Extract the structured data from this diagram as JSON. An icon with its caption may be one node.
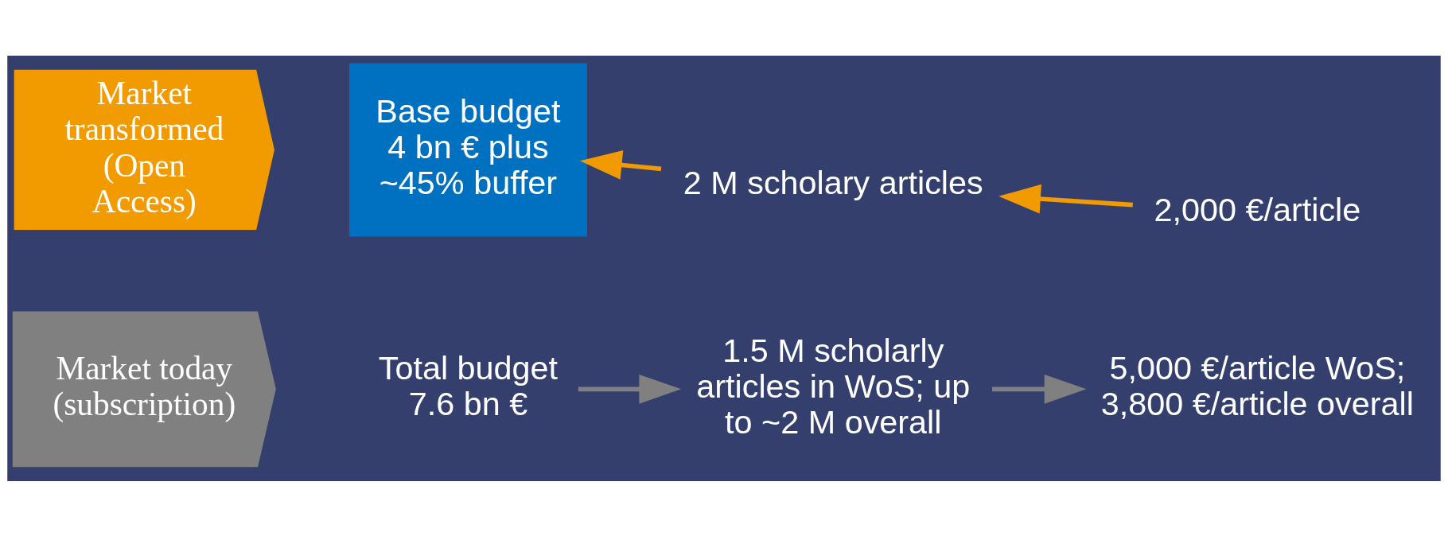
{
  "diagram": {
    "nodes": [
      {
        "text": [
          "Market today (subscription)"
        ]
      },
      {
        "text": [
          "Total budget 7.6 bn €"
        ]
      },
      {
        "text": [
          "1.5 M scholarly articles in WoS; up to ~2 M overall"
        ]
      },
      {
        "text": [
          "5,000 €/article WoS; 3,800 €/article overall"
        ]
      },
      {
        "text": [
          "Market transformed (Open Access)"
        ]
      },
      {
        "text": [
          "Base budget 4 bn € plus ~45% buffer"
        ]
      },
      {
        "text": [
          "2 M scholary articles"
        ]
      },
      {
        "text": [
          "2,000 €/article"
        ]
      }
    ],
    "edges": [
      {
        "from": 1,
        "to": 2,
        "arrow": "to",
        "color": "#808080"
      },
      {
        "from": 2,
        "to": 3,
        "arrow": "to",
        "color": "#808080"
      },
      {
        "from": 7,
        "to": 6,
        "arrow": "to",
        "color": "#f29b00"
      },
      {
        "from": 6,
        "to": 5,
        "arrow": "to",
        "color": "#f29b00"
      }
    ]
  }
}
